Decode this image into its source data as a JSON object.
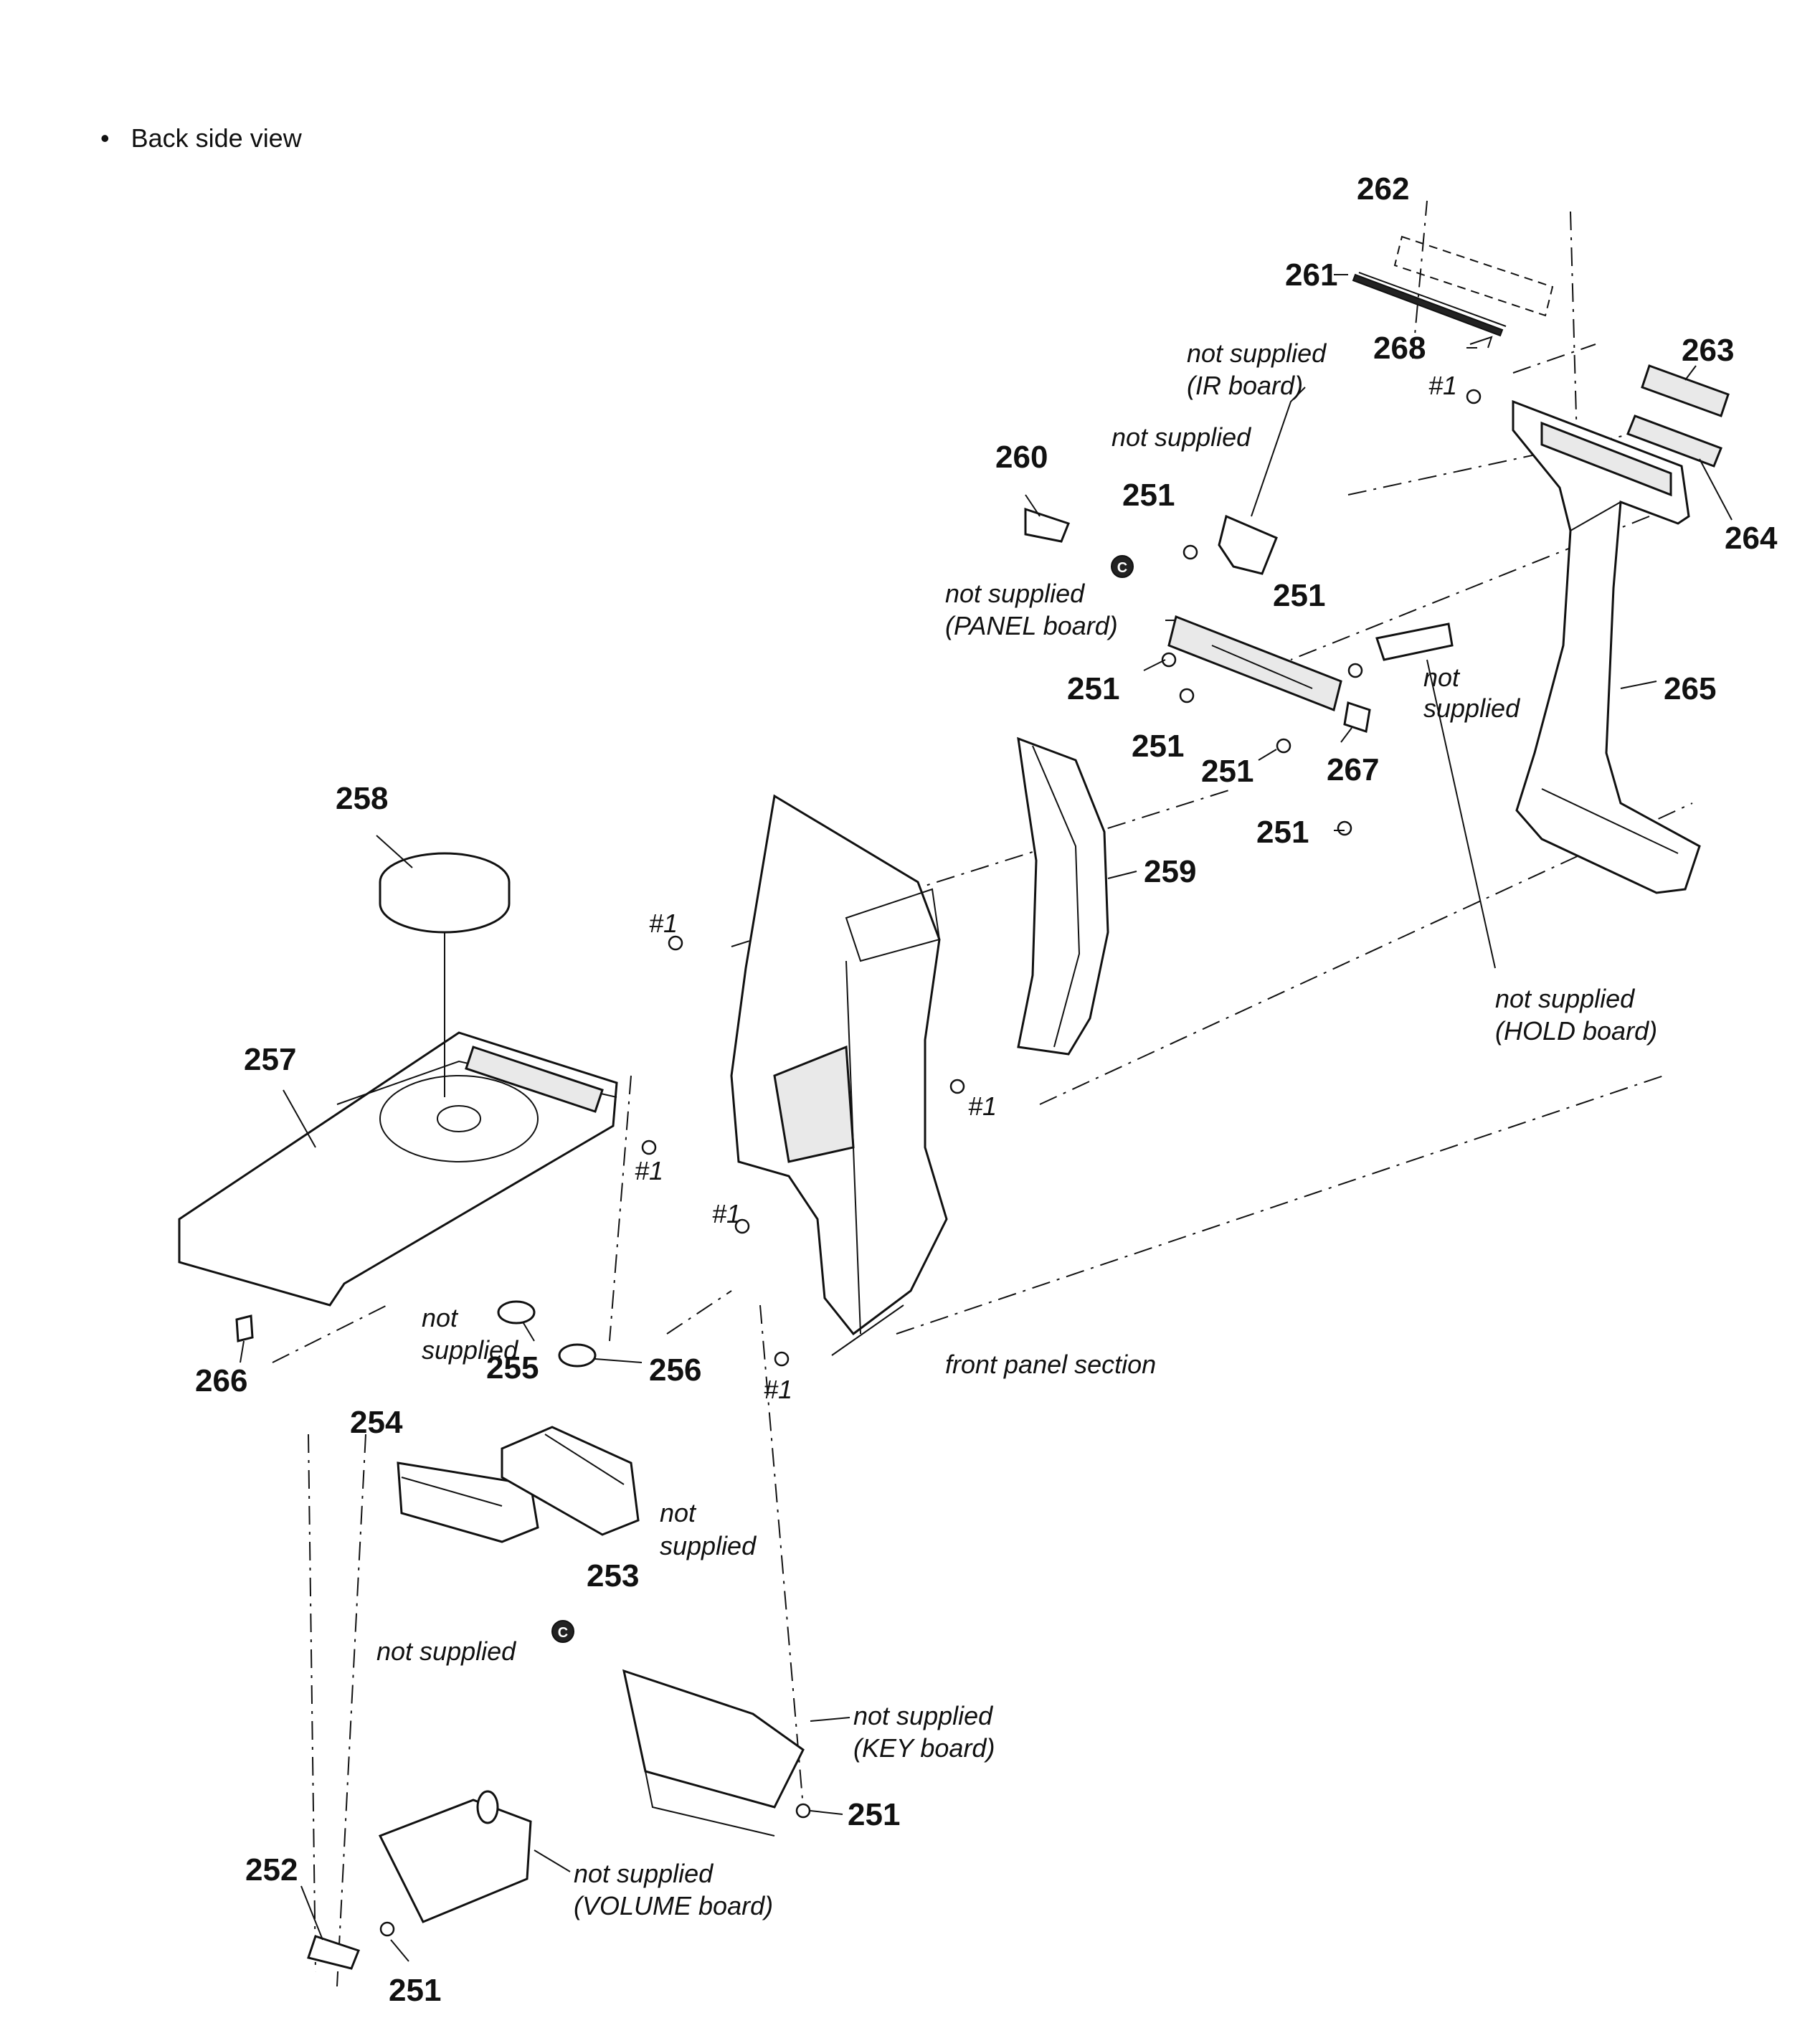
{
  "view_title": "Back side view",
  "callouts": {
    "n262": "262",
    "n261": "261",
    "n268": "268",
    "n263": "263",
    "n264": "264",
    "n260": "260",
    "n265": "265",
    "n267": "267",
    "n259": "259",
    "n258": "258",
    "n257": "257",
    "n266": "266",
    "n255": "255",
    "n256": "256",
    "n254": "254",
    "n253": "253",
    "n252": "252",
    "n251_a": "251",
    "n251_b": "251",
    "n251_c": "251",
    "n251_d": "251",
    "n251_e": "251",
    "n251_f": "251",
    "n251_g": "251",
    "n251_h": "251",
    "s1_a": "#1",
    "s1_b": "#1",
    "s1_c": "#1",
    "s1_d": "#1",
    "s1_e": "#1",
    "s1_f": "#1"
  },
  "notes": {
    "ir_1": "not supplied",
    "ir_2": "(IR board)",
    "ns_top": "not supplied",
    "panel_1": "not supplied",
    "panel_2": "(PANEL board)",
    "ns_right_1": "not",
    "ns_right_2": "supplied",
    "hold_1": "not supplied",
    "hold_2": "(HOLD board)",
    "front_panel": "front panel section",
    "ns_255_1": "not",
    "ns_255_2": "supplied",
    "ns_253_1": "not",
    "ns_253_2": "supplied",
    "ns_254": "not supplied",
    "key_1": "not supplied",
    "key_2": "(KEY board)",
    "vol_1": "not supplied",
    "vol_2": "(VOLUME board)"
  },
  "markers": {
    "c_panel": "C",
    "c_key": "C"
  }
}
